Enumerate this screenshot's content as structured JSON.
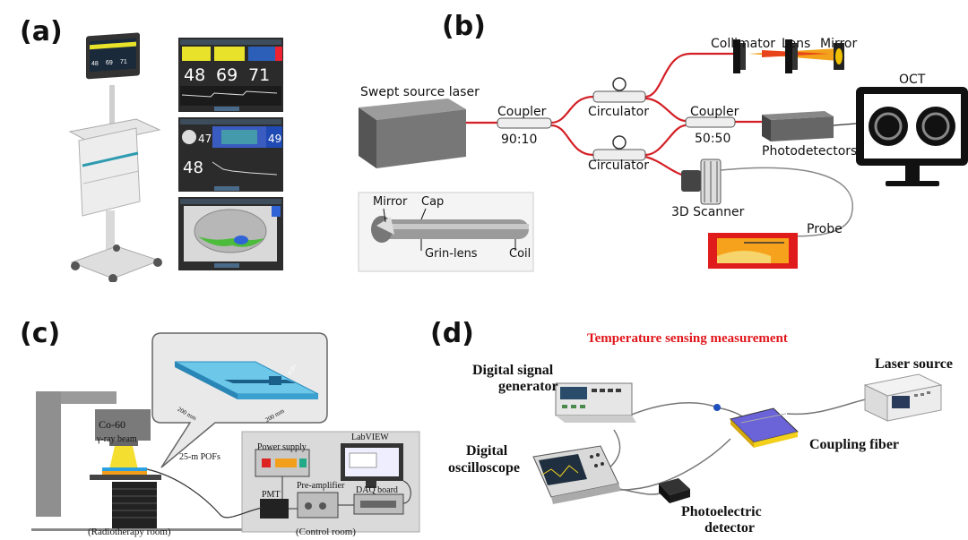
{
  "panels": {
    "a": {
      "letter": "(a)",
      "monitor_top": {
        "values": [
          "48",
          "69",
          "71"
        ]
      },
      "monitor_mid": {
        "values": [
          "47",
          "49",
          "48"
        ]
      },
      "cart_screen": {
        "values": [
          "48",
          "69",
          "71"
        ]
      }
    },
    "b": {
      "letter": "(b)",
      "labels": {
        "swept_source": "Swept source laser",
        "coupler1": "Coupler",
        "coupler1_ratio": "90:10",
        "circulator_top": "Circulator",
        "circulator_bottom": "Circulator",
        "coupler2": "Coupler",
        "coupler2_ratio": "50:50",
        "collimator": "Collimator",
        "lens": "Lens",
        "mirror": "Mirror",
        "oct": "OCT",
        "photodetectors": "Photodetectors",
        "scanner": "3D Scanner",
        "probe": "Probe"
      },
      "inset": {
        "mirror": "Mirror",
        "cap": "Cap",
        "grin": "Grin-lens",
        "coil": "Coil"
      }
    },
    "c": {
      "letter": "(c)",
      "labels": {
        "co60": "Co-60",
        "gamma": "γ-ray beam",
        "pofs": "25-m POFs",
        "power": "Power supply",
        "labview": "LabVIEW",
        "preamp": "Pre-amplifier",
        "pmt": "PMT",
        "daq": "DAQ board",
        "radio_room": "(Radiotherapy room)",
        "control_room": "(Control room)",
        "dim1": "200 mm",
        "dim2": "200 mm",
        "pofs_tag": "POFs"
      }
    },
    "d": {
      "letter": "(d)",
      "labels": {
        "title": "Temperature sensing measurement",
        "dsg_line1": "Digital signal",
        "dsg_line2": "generator",
        "laser": "Laser source",
        "osc_line1": "Digital",
        "osc_line2": "oscilloscope",
        "fiber": "Coupling fiber",
        "pd_line1": "Photoelectric",
        "pd_line2": "detector"
      }
    }
  },
  "colors": {
    "fiber_red": "#d41f25",
    "d_title": "#e0161b",
    "cart_accent": "#2e9bb0"
  }
}
